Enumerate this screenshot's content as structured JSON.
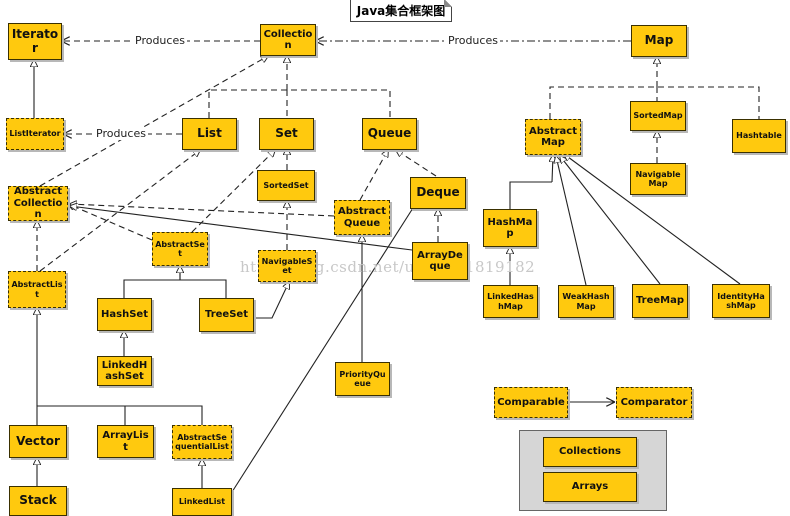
{
  "title": "Java集合框架图",
  "watermark": "http://blog.csdn.net/u013591819182",
  "edge_labels": {
    "produces_1": "Produces",
    "produces_2": "Produces",
    "produces_3": "Produces"
  },
  "nodes": {
    "iterator": "Iterator",
    "collection": "Collection",
    "map": "Map",
    "list_iterator": "ListIterator",
    "list": "List",
    "set": "Set",
    "queue": "Queue",
    "abstract_map": "AbstractMap",
    "sorted_map": "SortedMap",
    "hashtable": "Hashtable",
    "sorted_set": "SortedSet",
    "navigable_map": "NavigableMap",
    "deque": "Deque",
    "abstract_collection": "AbstractCollection",
    "abstract_queue": "AbstractQueue",
    "abstract_set": "AbstractSet",
    "hash_map": "HashMap",
    "navigable_set": "NavigableSet",
    "array_deque": "ArrayDeque",
    "abstract_list": "AbstractList",
    "linked_hash_map": "LinkedHashMap",
    "weak_hash_map": "WeakHashMap",
    "tree_map": "TreeMap",
    "identity_hash_map": "IdentityHashMap",
    "hash_set": "HashSet",
    "tree_set": "TreeSet",
    "linked_hash_set": "LinkedHashSet",
    "priority_queue": "PriorityQueue",
    "comparable": "Comparable",
    "comparator": "Comparator",
    "vector": "Vector",
    "array_list": "ArrayList",
    "abstract_sequential_list": "AbstractSequentialList",
    "collections": "Collections",
    "stack": "Stack",
    "linked_list": "LinkedList",
    "arrays": "Arrays"
  }
}
